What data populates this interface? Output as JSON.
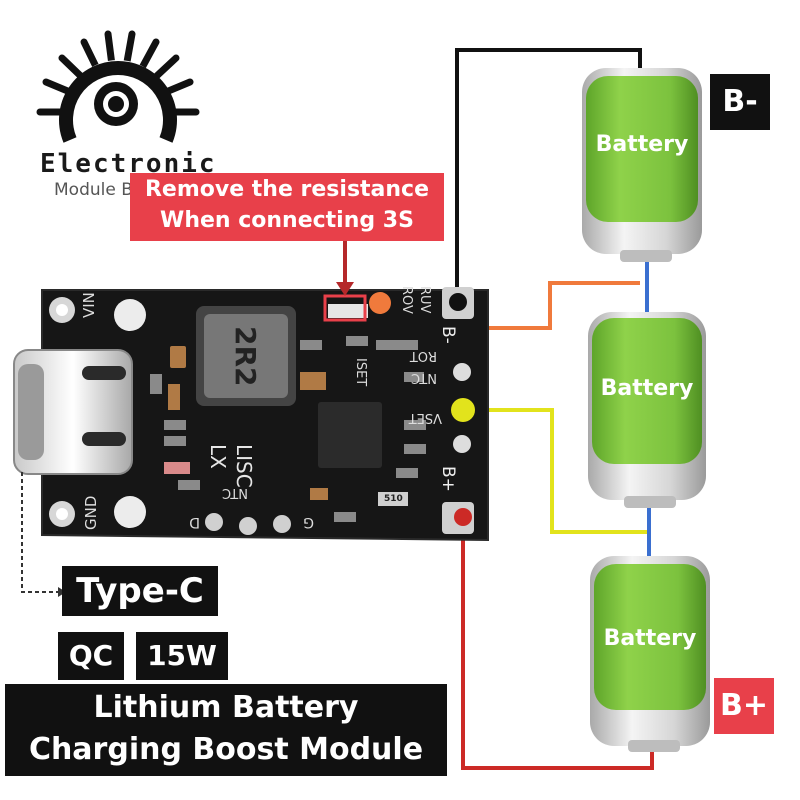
{
  "logo": {
    "line1": "Electronic",
    "line2": "Module Bgm"
  },
  "warning": {
    "line1": "Remove the resistance",
    "line2": "When connecting 3S"
  },
  "board": {
    "pin_labels": {
      "vin": "VIN",
      "gnd": "GND",
      "rov": "ROV",
      "ruv": "RUV",
      "b_minus": "B-",
      "b_plus": "B+",
      "iset": "ISET",
      "rot": "ROT",
      "ntc": "NTC",
      "vset": "VSET",
      "lx": "LX",
      "lisc": "LISC",
      "ntc_bottom": "NTC",
      "d": "D",
      "g": "G"
    },
    "inductor_code": "2R2",
    "resistor_code": "510"
  },
  "batteries": {
    "label": "Battery",
    "terminal_minus": "B-",
    "terminal_plus": "B+"
  },
  "tags": {
    "type_c": "Type-C",
    "qc": "QC",
    "power": "15W",
    "title_line1": "Lithium Battery",
    "title_line2": "Charging Boost Module"
  },
  "colors": {
    "battery_green": "#7cc23e",
    "battery_cap": "#d8d8d8",
    "wire_black": "#111111",
    "wire_orange": "#f07a3c",
    "wire_yellow": "#e2e31c",
    "wire_red": "#cc2a26",
    "link_blue": "#3a6fd0",
    "warning_red": "#e8404a",
    "pcb_black": "#161616"
  }
}
